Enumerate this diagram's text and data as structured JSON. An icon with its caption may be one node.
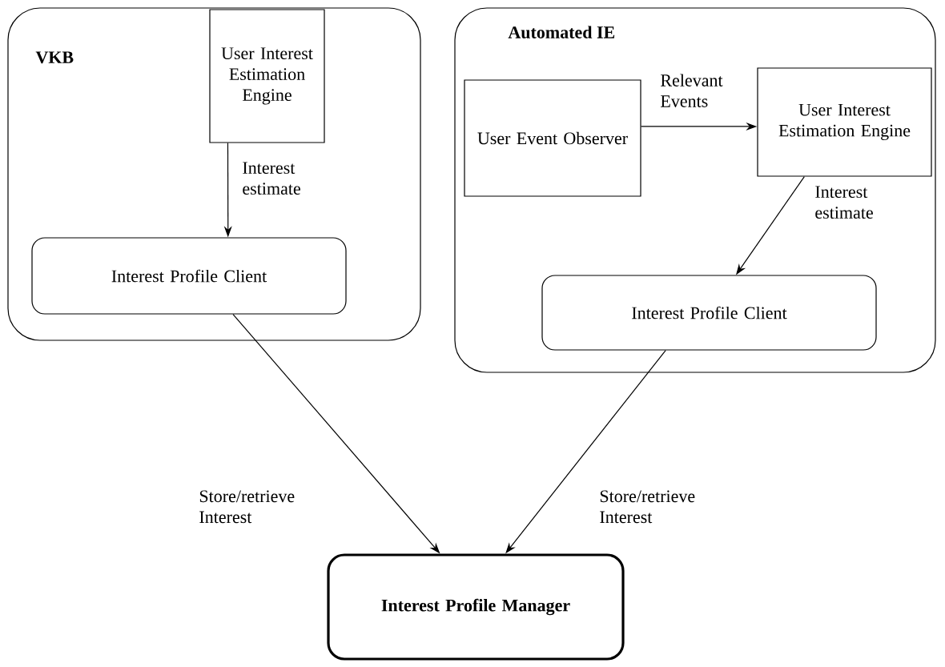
{
  "diagram": {
    "nodes": [
      {
        "text": [
          "VKB"
        ]
      },
      {
        "text": [
          "User Interest Estimation Engine"
        ],
        "in": 0
      },
      {
        "text": [
          "Interest Profile Client"
        ],
        "in": 0
      },
      {
        "text": [
          "Automated IE"
        ]
      },
      {
        "text": [
          "User Event Observer"
        ],
        "in": 3
      },
      {
        "text": [
          "User Interest Estimation Engine"
        ],
        "in": 3
      },
      {
        "text": [
          "Interest Profile Client"
        ],
        "in": 3
      },
      {
        "text": [
          "Interest Profile Manager"
        ]
      }
    ],
    "edges": [
      {
        "from": 1,
        "to": 2,
        "arrow": "to",
        "label": "Interest estimate"
      },
      {
        "from": 4,
        "to": 5,
        "arrow": "to",
        "label": "Relevant Events"
      },
      {
        "from": 5,
        "to": 6,
        "arrow": "to",
        "label": "Interest estimate"
      },
      {
        "from": 2,
        "to": 7,
        "arrow": "to",
        "label": "Store/retrieve Interest"
      },
      {
        "from": 6,
        "to": 7,
        "arrow": "to",
        "label": "Store/retrieve Interest"
      }
    ]
  }
}
